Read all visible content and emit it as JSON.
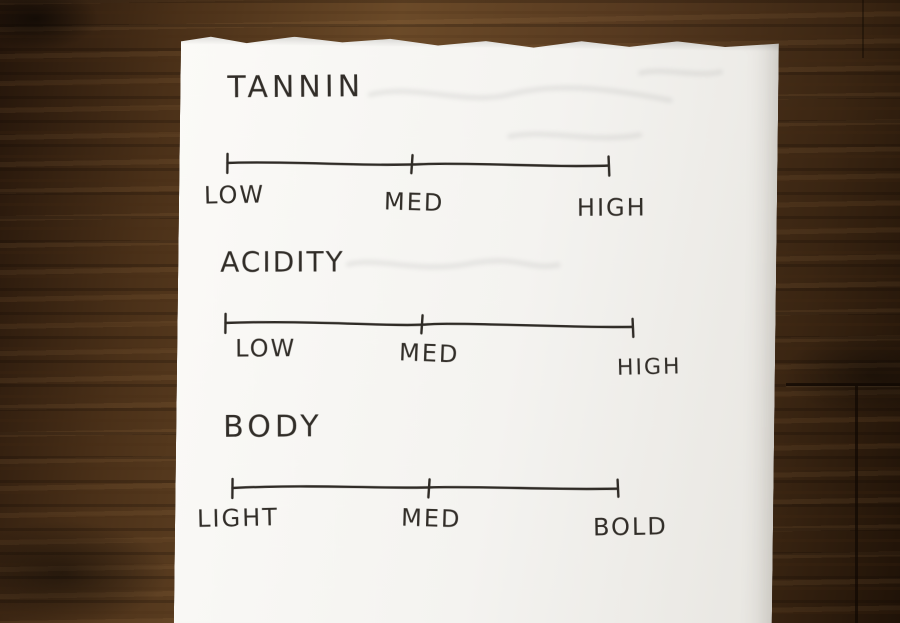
{
  "note": {
    "scales": [
      {
        "title": "TANNIN",
        "labels": [
          "LOW",
          "MED",
          "HIGH"
        ]
      },
      {
        "title": "ACIDITY",
        "labels": [
          "LOW",
          "MED",
          "HIGH"
        ]
      },
      {
        "title": "BODY",
        "labels": [
          "LIGHT",
          "MED",
          "BOLD"
        ]
      }
    ],
    "colors": {
      "ink": "#312d28",
      "paper": "#f2f1ee",
      "wood": "#4a3018"
    }
  }
}
